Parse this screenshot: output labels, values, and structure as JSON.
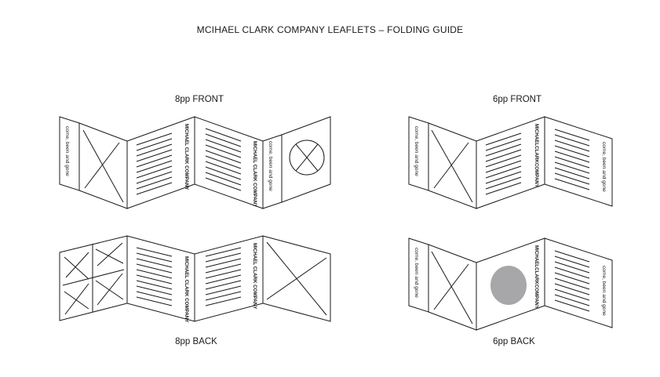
{
  "page": {
    "title": "MCIHAEL CLARK COMPANY LEAFLETS – FOLDING GUIDE"
  },
  "diagrams": {
    "front8": {
      "label": "8pp FRONT"
    },
    "back8": {
      "label": "8pp BACK"
    },
    "front6": {
      "label": "6pp FRONT"
    },
    "back6": {
      "label": "6pp BACK"
    }
  },
  "panel_text": {
    "tagline": "come, been and gone",
    "company": "MICHAEL CLARK COMPANY",
    "company_compact": "MICHAELCLARKCOMPANY"
  },
  "colors": {
    "line": "#1a1a1a",
    "image_placeholder": "#a7a7a9",
    "background": "#ffffff"
  }
}
